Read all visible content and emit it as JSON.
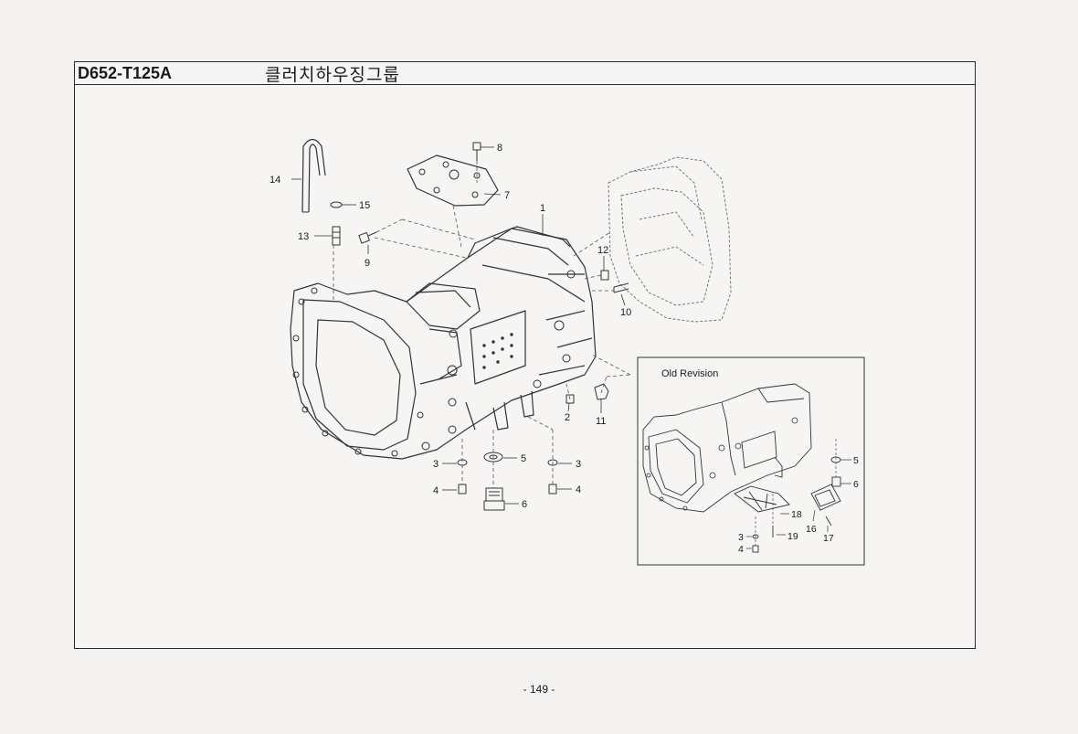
{
  "header": {
    "model_code": "D652-T125A",
    "group_name": "클러치하우징그룹"
  },
  "inset": {
    "title": "Old Revision"
  },
  "callouts": {
    "main": [
      "1",
      "2",
      "3",
      "3",
      "4",
      "4",
      "5",
      "6",
      "7",
      "8",
      "9",
      "10",
      "11",
      "12",
      "13",
      "14",
      "15"
    ],
    "inset": [
      "3",
      "4",
      "5",
      "6",
      "16",
      "17",
      "18",
      "19"
    ]
  },
  "footer": {
    "page_number": "- 149 -"
  }
}
